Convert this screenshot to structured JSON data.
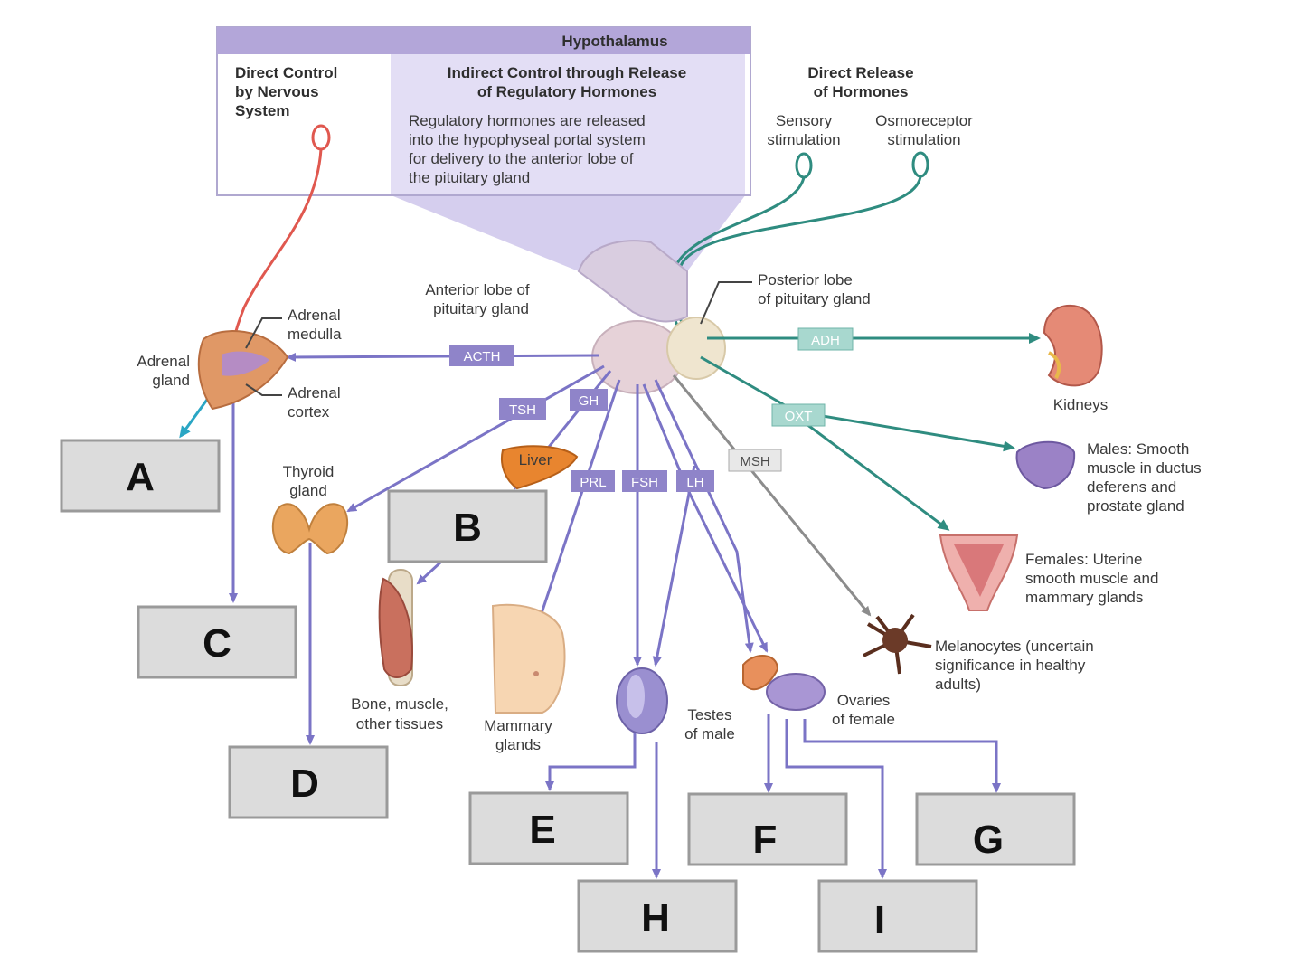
{
  "hypothalamus": {
    "title": "Hypothalamus",
    "col1_heading": [
      "Direct Control",
      "by Nervous",
      "System"
    ],
    "col2_heading": [
      "Indirect Control through Release",
      "of Regulatory Hormones"
    ],
    "col2_body": [
      "Regulatory hormones are released",
      "into the hypophyseal portal system",
      "for delivery to the anterior lobe of",
      "the pituitary gland"
    ],
    "col3_heading": [
      "Direct Release",
      "of Hormones"
    ],
    "col3_sub_left": [
      "Sensory",
      "stimulation"
    ],
    "col3_sub_right": [
      "Osmoreceptor",
      "stimulation"
    ]
  },
  "pituitary": {
    "anterior": [
      "Anterior lobe of",
      "pituitary gland"
    ],
    "posterior": [
      "Posterior lobe",
      "of pituitary gland"
    ]
  },
  "hormones": {
    "acth": "ACTH",
    "tsh": "TSH",
    "gh": "GH",
    "prl": "PRL",
    "fsh": "FSH",
    "lh": "LH",
    "msh": "MSH",
    "adh": "ADH",
    "oxt": "OXT"
  },
  "organs": {
    "adrenal_gland": [
      "Adrenal",
      "gland"
    ],
    "adrenal_medulla": [
      "Adrenal",
      "medulla"
    ],
    "adrenal_cortex": [
      "Adrenal",
      "cortex"
    ],
    "thyroid": [
      "Thyroid",
      "gland"
    ],
    "liver": "Liver",
    "bone_muscle": [
      "Bone, muscle,",
      "other tissues"
    ],
    "mammary": [
      "Mammary",
      "glands"
    ],
    "testes": [
      "Testes",
      "of male"
    ],
    "ovaries": [
      "Ovaries",
      "of female"
    ],
    "melanocytes": [
      "Melanocytes (uncertain",
      "significance in healthy",
      "adults)"
    ],
    "kidneys": "Kidneys",
    "males": [
      "Males: Smooth",
      "muscle in ductus",
      "deferens and",
      "prostate gland"
    ],
    "females": [
      "Females: Uterine",
      "smooth muscle and",
      "mammary glands"
    ]
  },
  "answer_boxes": {
    "a": "A",
    "b": "B",
    "c": "C",
    "d": "D",
    "e": "E",
    "f": "F",
    "g": "G",
    "h": "H",
    "i": "I"
  },
  "colors": {
    "lavender_header": "#b3a6d9",
    "hormone_tag": "#8f84c9",
    "arrow_purple": "#7b74c6",
    "arrow_teal": "#2f8c80",
    "arrow_red": "#e0584f",
    "arrow_gray": "#8c8c8c",
    "answer_box": "#dcdcdc"
  }
}
